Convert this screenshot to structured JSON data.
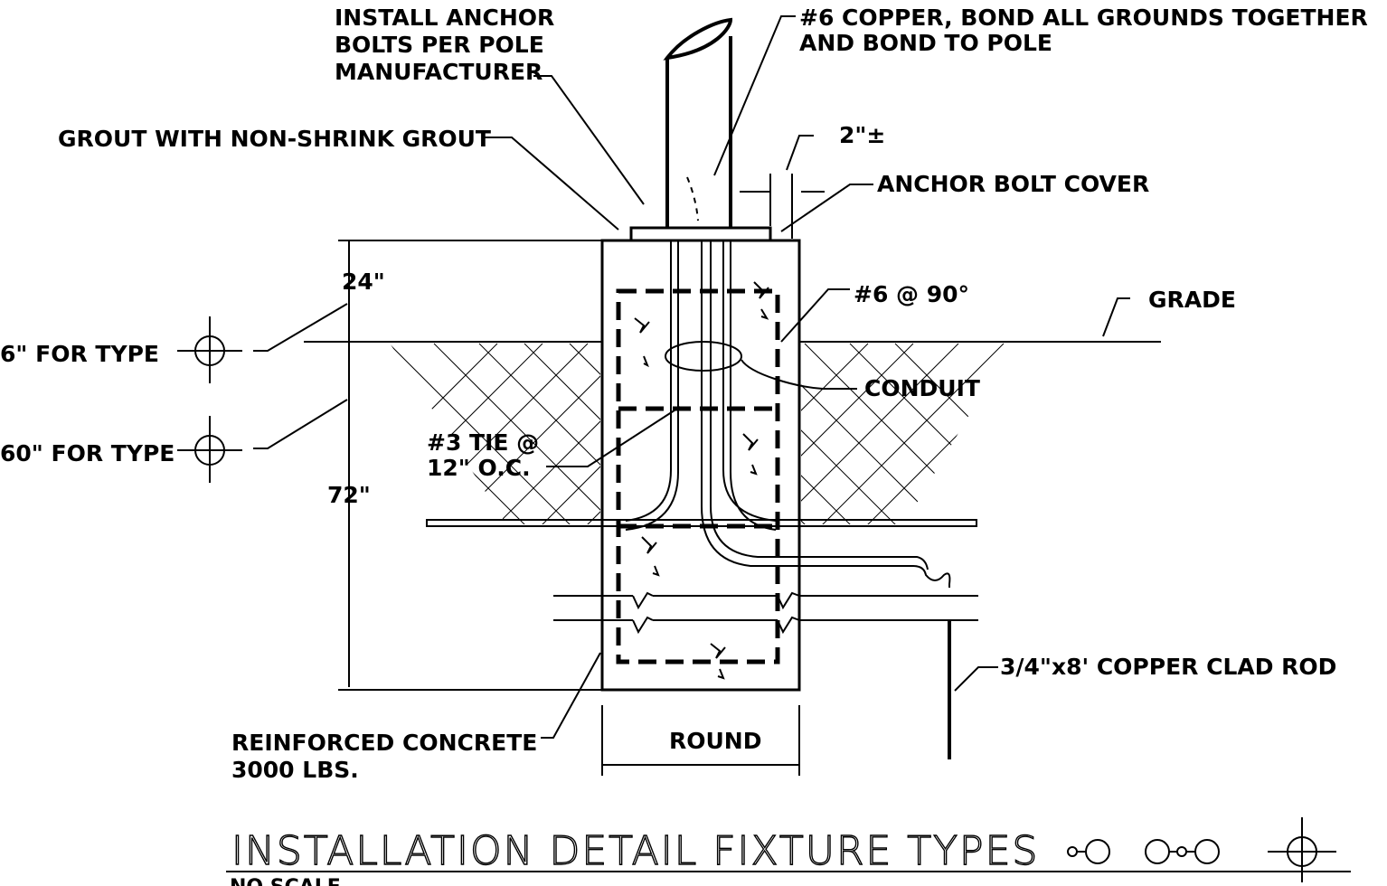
{
  "labels": {
    "anchor_bolts": [
      "INSTALL ANCHOR",
      "BOLTS PER POLE",
      "MANUFACTURER"
    ],
    "copper_bond": [
      "#6 COPPER, BOND ALL GROUNDS TOGETHER",
      "AND BOND TO POLE"
    ],
    "grout": "GROUT WITH NON-SHRINK GROUT",
    "clearance": "2\"±",
    "anchor_bolt_cover": "ANCHOR BOLT COVER",
    "dim_24": "24\"",
    "rebar_90": "#6 @ 90°",
    "grade": "GRADE",
    "type_36": "6\" FOR TYPE",
    "conduit": "CONDUIT",
    "type_60": "60\" FOR TYPE",
    "tie": [
      "#3 TIE @",
      "12\" O.C."
    ],
    "dim_72": "72\"",
    "copper_rod": "3/4\"x8' COPPER CLAD ROD",
    "reinforced_concrete": [
      "REINFORCED CONCRETE",
      "3000 LBS."
    ],
    "round": "ROUND"
  },
  "title": {
    "text": "INSTALLATION DETAIL FIXTURE TYPES",
    "scale": "NO SCALE"
  }
}
